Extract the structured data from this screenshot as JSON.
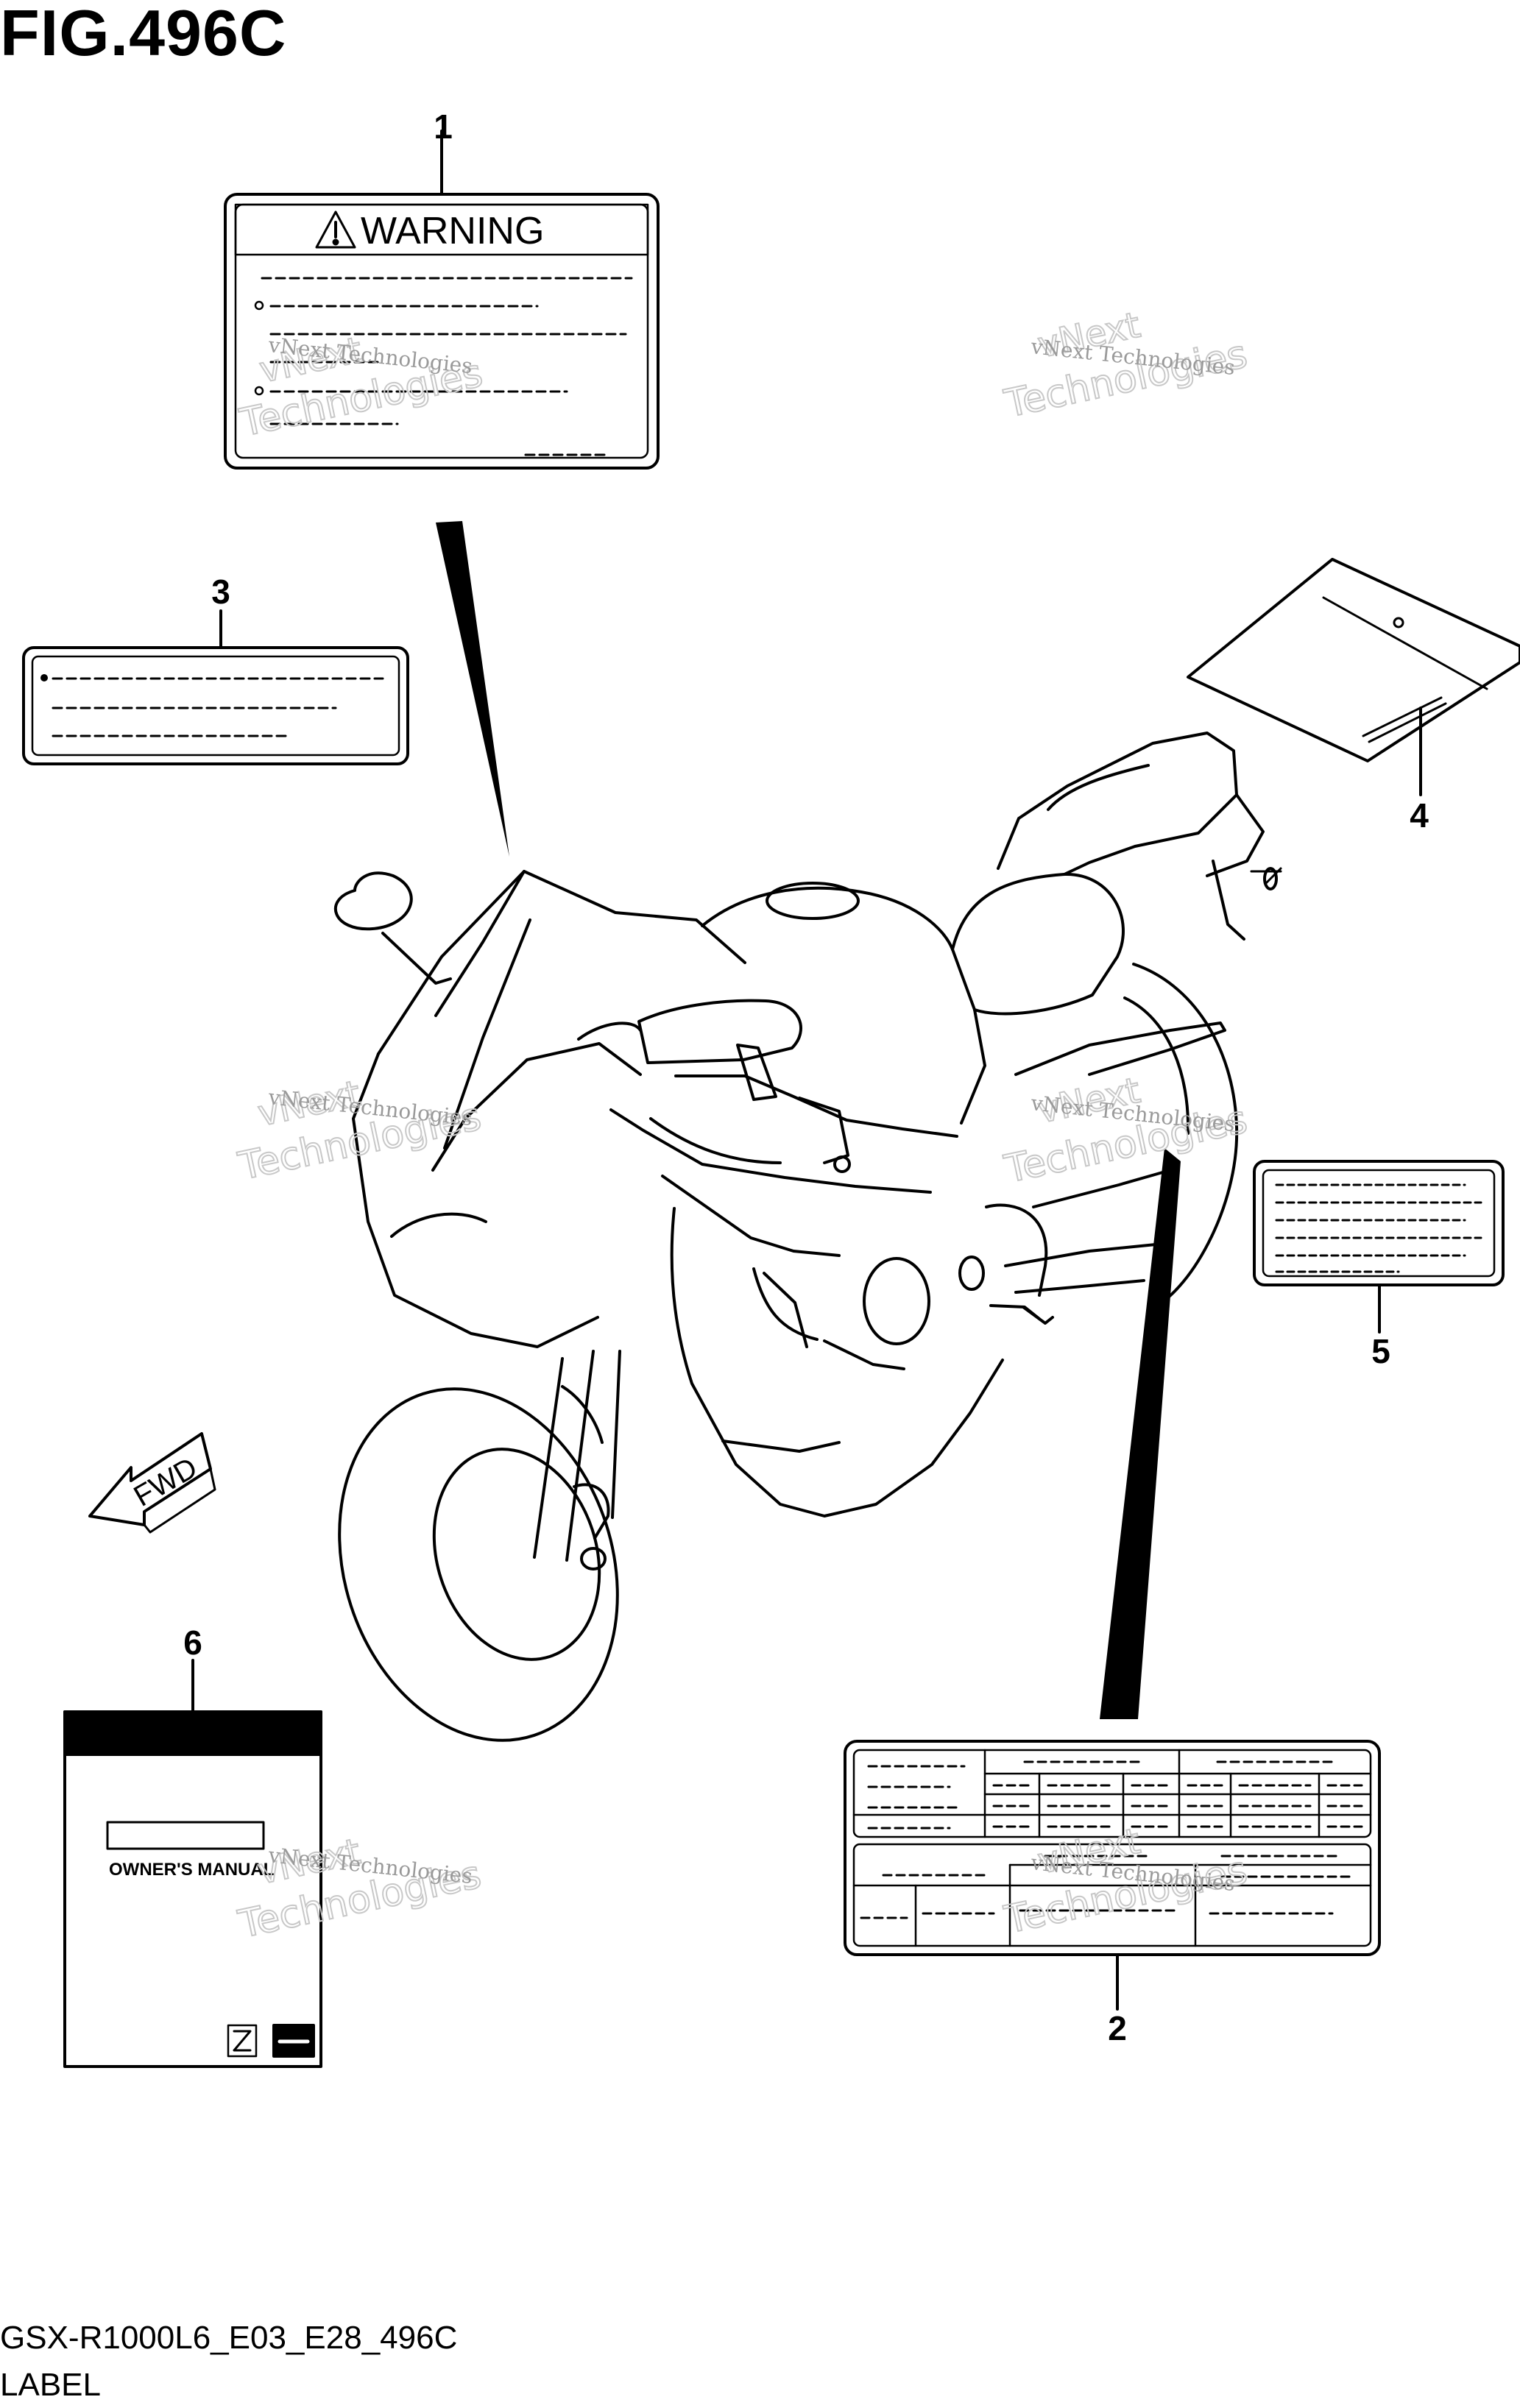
{
  "figure": {
    "title": "FIG.496C",
    "diagram_code": "GSX-R1000L6_E03_E28_496C",
    "diagram_name": "LABEL"
  },
  "callouts": [
    "1",
    "2",
    "3",
    "4",
    "5",
    "6"
  ],
  "labels": {
    "warning_text": "WARNING",
    "owners_manual_text": "OWNER'S MANUAL",
    "fwd_text": "FWD"
  },
  "watermark": {
    "small": "vNext Technologies",
    "big_line1": "vNext",
    "big_line2": "Technologies"
  }
}
